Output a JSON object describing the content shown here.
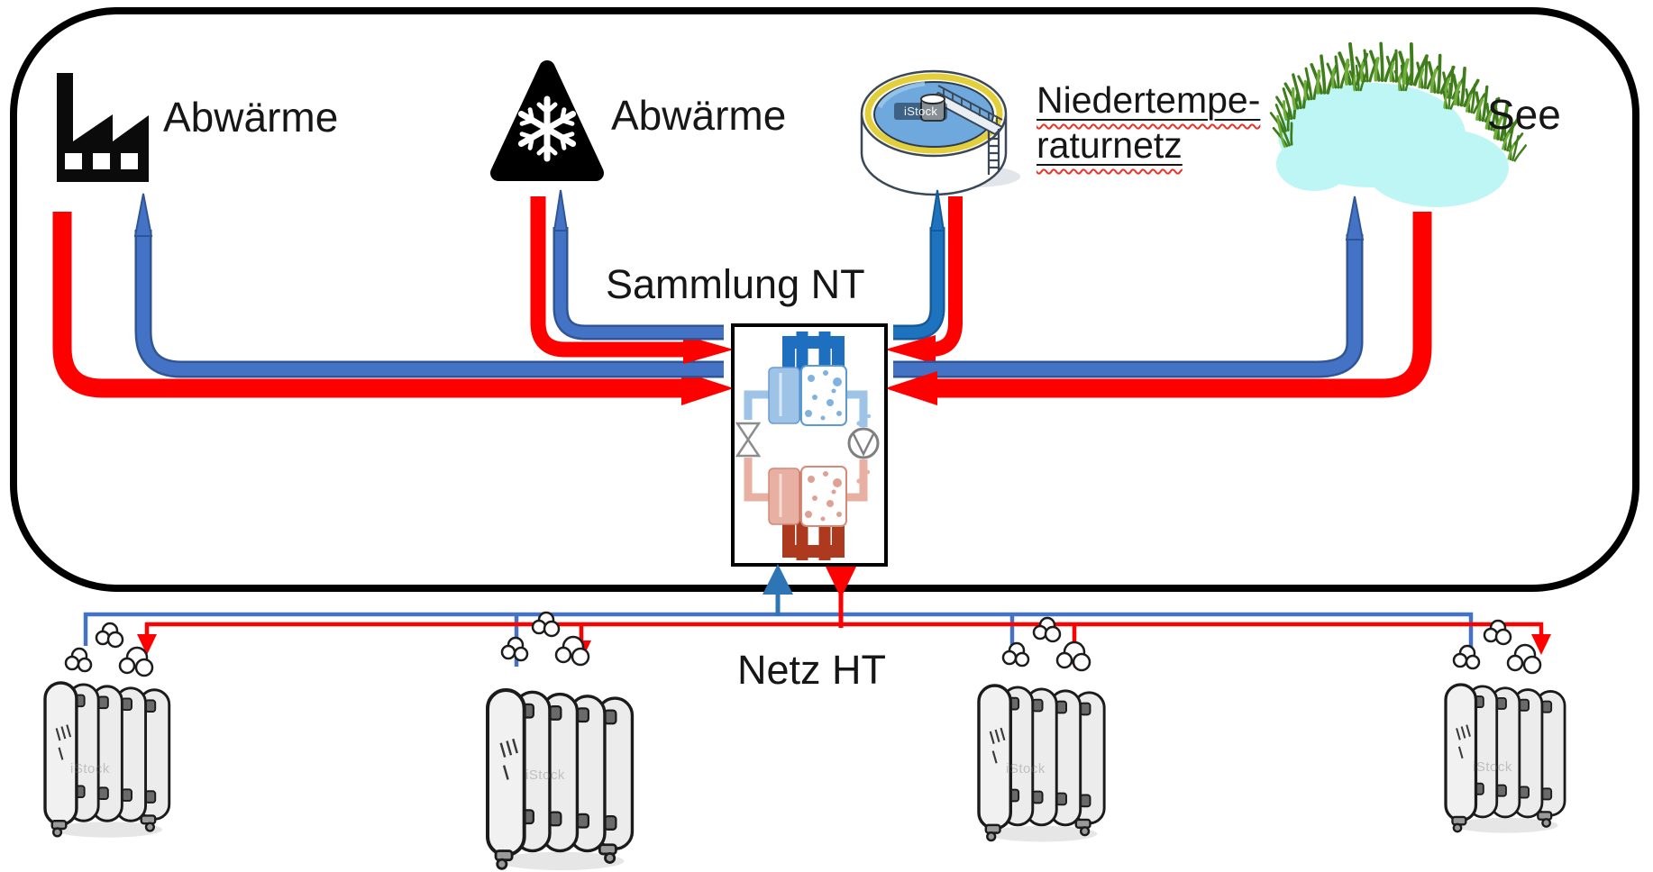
{
  "labels": {
    "source_factory": "Abwärme",
    "source_cooling": "Abwärme",
    "source_wastewater_line1": "Niedertempe-",
    "source_wastewater_line2": "raturnetz",
    "source_lake": "See",
    "collector": "Sammlung NT",
    "network": "Netz HT"
  },
  "watermark": "iStock",
  "colors": {
    "hot_pipe": "#FF0000",
    "cold_pipe": "#4472C4",
    "cold_pipe_bright": "#1E73BE",
    "evaporator_coil": "#1F6FC0",
    "condenser_coil": "#AD3A1E",
    "refrigerant_cold": "#9DC3E6",
    "refrigerant_warm": "#E8AFA3",
    "lake_water": "#BDF6F4",
    "tank_water": "#6FA8DC",
    "tank_rim": "#E3CE3C",
    "outline": "#000000"
  }
}
